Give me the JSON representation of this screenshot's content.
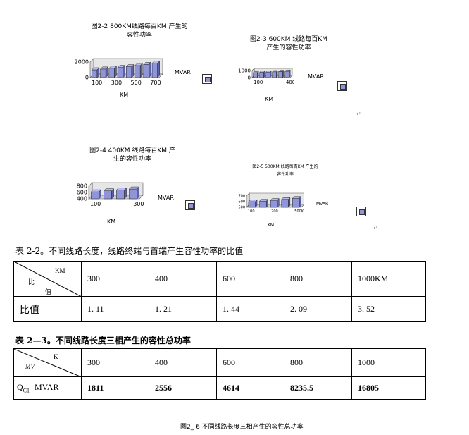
{
  "fig2_2": {
    "caption_line1": "图2-2   800KM线路每百KM 产生的",
    "caption_line2": "容性功率",
    "unit_label": "MVAR",
    "xlabel": "KM",
    "y_ticks": [
      "2000",
      "0"
    ],
    "x_ticks": [
      "100",
      "300",
      "500",
      "700"
    ]
  },
  "fig2_3": {
    "caption_line1": "图2-3   600KM 线路每百KM",
    "caption_line2": "产生的容性功率",
    "unit_label": "MVAR",
    "xlabel": "KM",
    "y_ticks": [
      "1000",
      "0"
    ],
    "x_ticks": [
      "100",
      "400"
    ]
  },
  "fig2_4": {
    "caption_line1": "图2-4   400KM 线路每百KM 产",
    "caption_line2": "生的容性功率",
    "unit_label": "MVAR",
    "xlabel": "KM",
    "y_ticks": [
      "800",
      "600",
      "400"
    ],
    "x_ticks": [
      "100",
      "300"
    ]
  },
  "fig2_5": {
    "caption_line1": "图2-5  500KM 线路每百KM 产生的",
    "caption_line2": "容性功率",
    "unit_label": "MVAR",
    "xlabel": "KM",
    "y_ticks": [
      "700",
      "600",
      "500"
    ],
    "x_ticks": [
      "100",
      "200",
      "500KM"
    ]
  },
  "table_2_2": {
    "title": "表 2-2。不同线路长度，线路终端与首端产生容性功率的比值",
    "corner_top": "KM",
    "corner_left1": "比",
    "corner_left2": "值",
    "headers": [
      "300",
      "400",
      "600",
      "800",
      "1000KM"
    ],
    "row_label": "比值",
    "values": [
      "1. 11",
      "1. 21",
      "1. 44",
      "2. 09",
      "3. 52"
    ]
  },
  "table_2_3": {
    "title": "表 2—3。不同线路长度三相产生的容性总功率",
    "corner_top": "K",
    "corner_left": "MV",
    "headers": [
      "300",
      "400",
      "600",
      "800",
      "1000"
    ],
    "row_label_main": "Q",
    "row_label_sub": "C1",
    "row_label_unit": "MVAR",
    "values": [
      "1811",
      "2556",
      "4614",
      "8235.5",
      "16805"
    ]
  },
  "fig2_6": {
    "caption": "图2_ 6   不同线路长度三相产生的容性总功率"
  },
  "chart_data": [
    {
      "type": "bar",
      "title": "图2-2   800KM线路每百KM 产生的容性功率",
      "xlabel": "KM",
      "ylabel": "",
      "categories": [
        "100",
        "200",
        "300",
        "400",
        "500",
        "600",
        "700",
        "800"
      ],
      "values": [
        1000,
        1100,
        1200,
        1300,
        1400,
        1550,
        1700,
        1850
      ],
      "ylim": [
        0,
        2000
      ]
    },
    {
      "type": "bar",
      "title": "图2-3   600KM 线路每百KM产生的容性功率",
      "xlabel": "KM",
      "ylabel": "",
      "categories": [
        "100",
        "200",
        "300",
        "400",
        "500",
        "600"
      ],
      "values": [
        700,
        740,
        780,
        820,
        860,
        900
      ],
      "ylim": [
        0,
        1000
      ]
    },
    {
      "type": "bar",
      "title": "图2-4   400KM 线路每百KM 产生的容性功率",
      "xlabel": "KM",
      "ylabel": "",
      "categories": [
        "100",
        "200",
        "300",
        "400"
      ],
      "values": [
        620,
        650,
        680,
        710
      ],
      "ylim": [
        400,
        800
      ]
    },
    {
      "type": "bar",
      "title": "图2-5  500KM 线路每百KM 产生的容性功率",
      "xlabel": "KM",
      "ylabel": "",
      "categories": [
        "100",
        "200",
        "300",
        "400",
        "500"
      ],
      "values": [
        600,
        610,
        625,
        640,
        660
      ],
      "ylim": [
        500,
        700
      ]
    }
  ]
}
